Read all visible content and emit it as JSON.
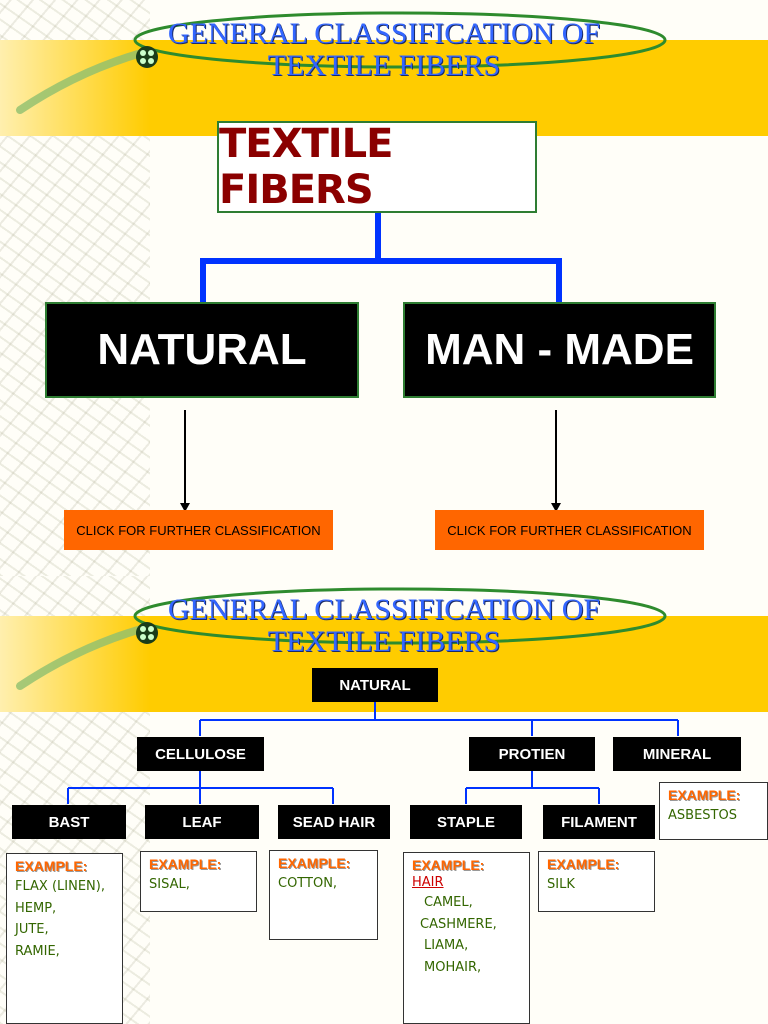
{
  "slide1": {
    "title_line1": "GENERAL CLASSIFICATION OF",
    "title_line2": "TEXTILE FIBERS",
    "root": "TEXTILE FIBERS",
    "natural": "NATURAL",
    "manmade": "MAN - MADE",
    "cta_natural": "CLICK FOR FURTHER CLASSIFICATION",
    "cta_manmade": "CLICK FOR FURTHER CLASSIFICATION"
  },
  "slide2": {
    "title_line1": "GENERAL CLASSIFICATION OF",
    "title_line2": "TEXTILE FIBERS",
    "root": "NATURAL",
    "cellulose": "CELLULOSE",
    "protien": "PROTIEN",
    "mineral": "MINERAL",
    "bast": "BAST",
    "leaf": "LEAF",
    "seadhair": "SEAD HAIR",
    "staple": "STAPLE",
    "filament": "FILAMENT",
    "example_label": "EXAMPLE:",
    "mineral_ex": [
      "ASBESTOS"
    ],
    "bast_ex": [
      "FLAX (LINEN),",
      "HEMP,",
      "JUTE,",
      "RAMIE,"
    ],
    "leaf_ex": [
      "SISAL,"
    ],
    "seadhair_ex": [
      "COTTON,"
    ],
    "staple_hair": "HAIR",
    "staple_ex": [
      "CAMEL,",
      "CASHMERE,",
      "LIAMA,",
      "MOHAIR,"
    ],
    "filament_ex": [
      "SILK"
    ]
  },
  "colors": {
    "band": "#ffcc00",
    "title": "#3366ff",
    "root_text": "#8b0000",
    "connector": "#0033ff",
    "cta": "#ff6600",
    "example_label": "#ff6600",
    "example_item": "#336600"
  }
}
